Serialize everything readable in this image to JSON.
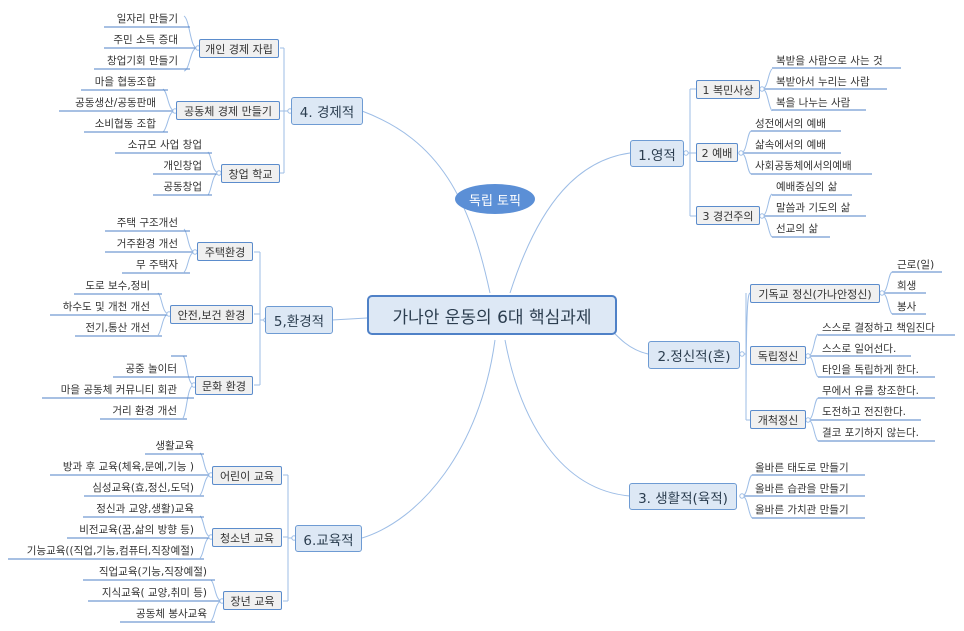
{
  "central": {
    "label": "가나안 운동의 6대 핵심과제"
  },
  "floating": {
    "label": "독립 토픽"
  },
  "branches": {
    "b1": {
      "label": "1.영적",
      "subs": [
        {
          "label": "1 복민사상",
          "leaves": [
            "복받을 사람으로 사는 것",
            "복받아서 누리는 사람",
            "복을 나누는 사람"
          ]
        },
        {
          "label": "2 예배",
          "leaves": [
            "성전에서의 예배",
            "삶속에서의 예배",
            "사회공동체에서의예배"
          ]
        },
        {
          "label": "3 경건주의",
          "leaves": [
            "예배중심의 삶",
            "말씀과 기도의 삶",
            "선교의 삶"
          ]
        }
      ]
    },
    "b2": {
      "label": "2.정신적(혼)",
      "subs": [
        {
          "label": "기독교 정신(가나안정신)",
          "leaves": [
            "근로(일)",
            "희생",
            "봉사"
          ]
        },
        {
          "label": "독립정신",
          "leaves": [
            "스스로 결정하고 책임진다",
            "스스로 일어선다.",
            "타인을 독립하게 한다."
          ]
        },
        {
          "label": "개척정신",
          "leaves": [
            "무에서 유를 창조한다.",
            "도전하고 전진한다.",
            "결코 포기하지 않는다."
          ]
        }
      ]
    },
    "b3": {
      "label": "3. 생활적(육적)",
      "leaves": [
        "올바른 태도로 만들기",
        "올바른 습관을 만들기",
        "올바른 가치관 만들기"
      ]
    },
    "b4": {
      "label": "4. 경제적",
      "subs": [
        {
          "label": "개인 경제 자립",
          "leaves": [
            "일자리 만들기",
            "주민 소득 증대",
            "창업기회 만들기"
          ]
        },
        {
          "label": "공동체 경제 만들기",
          "leaves": [
            "마을 협동조합",
            "공동생산/공동판매",
            "소비협동 조합"
          ]
        },
        {
          "label": "창업 학교",
          "leaves": [
            "소규모 사업 창업",
            "개인창업",
            "공동창업"
          ]
        }
      ]
    },
    "b5": {
      "label": "5,환경적",
      "subs": [
        {
          "label": "주택환경",
          "leaves": [
            "주택 구조개선",
            "거주환경 개선",
            "무 주택자"
          ]
        },
        {
          "label": "안전,보건 환경",
          "leaves": [
            "도로  보수,정비",
            "하수도 및 개천 개선",
            "전기,통산 개선"
          ]
        },
        {
          "label": "문화 환경",
          "leaves": [
            "",
            "공중 놀이터",
            "마을 공동체 커뮤니티 회관",
            "거리 환경 개선"
          ]
        }
      ]
    },
    "b6": {
      "label": "6.교육적",
      "subs": [
        {
          "label": "어린이 교육",
          "leaves": [
            "생활교육",
            "방과 후 교육(체육,문예,기능 )",
            "심성교육(효,정신,도덕)"
          ]
        },
        {
          "label": "청소년 교육",
          "leaves": [
            "정신과 교양,생활)교육",
            "비전교육(꿈,삶의 방향 등)",
            "기능교육((직업,기능,컴퓨터,직장예절)"
          ]
        },
        {
          "label": "장년 교육",
          "leaves": [
            "직업교육(기능,직장예절)",
            "지식교육( 교양,취미 등)",
            "공동체 봉사교육"
          ]
        }
      ]
    }
  },
  "colors": {
    "line": "#9dbde6",
    "underline": "#4f81c7",
    "accent": "#5b8fd6",
    "main_fill": "#dde8f5"
  }
}
